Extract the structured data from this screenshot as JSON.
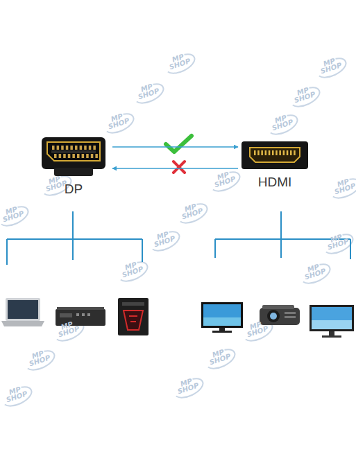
{
  "diagram": {
    "nodes": [
      {
        "text": [
          "DP"
        ]
      },
      {
        "text": [
          "HDMI"
        ]
      }
    ],
    "edges": [
      {
        "from": 0,
        "to": 1,
        "arrow": "to"
      },
      {
        "from": 1,
        "to": 0,
        "arrow": "to"
      }
    ],
    "labels": [
      "MP SHOP",
      "MP SHOP",
      "MP SHOP",
      "MP SHOP",
      "MP SHOP",
      "MP SHOP",
      "MP SHOP",
      "MP SHOP",
      "MP SHOP",
      "MP SHOP",
      "MP SHOP",
      "MP SHOP",
      "MP SHOP",
      "MP SHOP",
      "MP SHOP",
      "MP SHOP",
      "MP SHOP",
      "MP SHOP",
      "MP SHOP",
      "MP SHOP",
      "MP SHOP"
    ]
  }
}
